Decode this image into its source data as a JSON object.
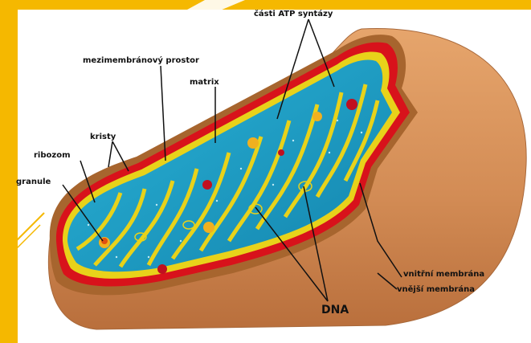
{
  "diagram": {
    "labels": {
      "atp_synthase": "části ATP syntázy",
      "intermembrane_space": "mezimembránový prostor",
      "matrix": "matrix",
      "cristae": "kristy",
      "ribosome": "ribozom",
      "granule": "granule",
      "inner_membrane": "vnitřní membrána",
      "outer_membrane": "vnější membrána",
      "dna": "DNA"
    },
    "colors": {
      "frame_accent": "#f5b800",
      "outer_shell": "#d8935a",
      "outer_membrane": "#d8121b",
      "inner_membrane": "#e8d21a",
      "matrix": "#1a9bc4",
      "cut_face": "#a7652e"
    }
  }
}
